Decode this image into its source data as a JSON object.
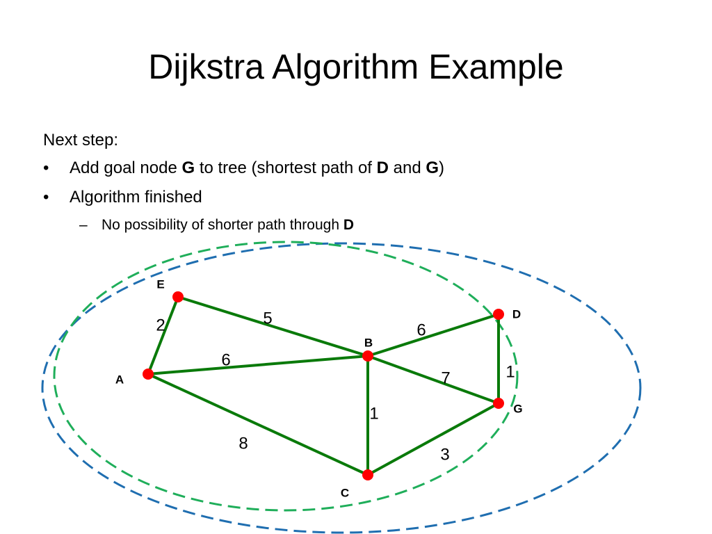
{
  "title": "Dijkstra Algorithm Example",
  "body": {
    "intro": "Next step:",
    "bullet_char": "•",
    "dash_char": "–",
    "bullets": [
      {
        "segments": [
          {
            "text": "Add goal node ",
            "bold": false
          },
          {
            "text": "G",
            "bold": true
          },
          {
            "text": " to tree (shortest path of ",
            "bold": false
          },
          {
            "text": "D",
            "bold": true
          },
          {
            "text": " and ",
            "bold": false
          },
          {
            "text": "G",
            "bold": true
          },
          {
            "text": ")",
            "bold": false
          }
        ]
      },
      {
        "segments": [
          {
            "text": "Algorithm finished",
            "bold": false
          }
        ]
      }
    ],
    "sub_bullet": {
      "segments": [
        {
          "text": "No possibility of shorter path through ",
          "bold": false
        },
        {
          "text": "D",
          "bold": true
        }
      ]
    }
  },
  "graph": {
    "nodes": [
      "E",
      "D",
      "B",
      "A",
      "G",
      "C"
    ],
    "edges": [
      {
        "from": "E",
        "to": "A",
        "weight": "2"
      },
      {
        "from": "E",
        "to": "B",
        "weight": "5"
      },
      {
        "from": "A",
        "to": "B",
        "weight": "6"
      },
      {
        "from": "A",
        "to": "C",
        "weight": "8"
      },
      {
        "from": "B",
        "to": "D",
        "weight": "6"
      },
      {
        "from": "B",
        "to": "G",
        "weight": "7"
      },
      {
        "from": "B",
        "to": "C",
        "weight": "1"
      },
      {
        "from": "D",
        "to": "G",
        "weight": "1"
      },
      {
        "from": "C",
        "to": "G",
        "weight": "3"
      }
    ],
    "colors": {
      "edge": "#0a7a0a",
      "node": "#ff0000",
      "outer_boundary": "#1f6eb0",
      "inner_boundary": "#1fae5a"
    }
  }
}
